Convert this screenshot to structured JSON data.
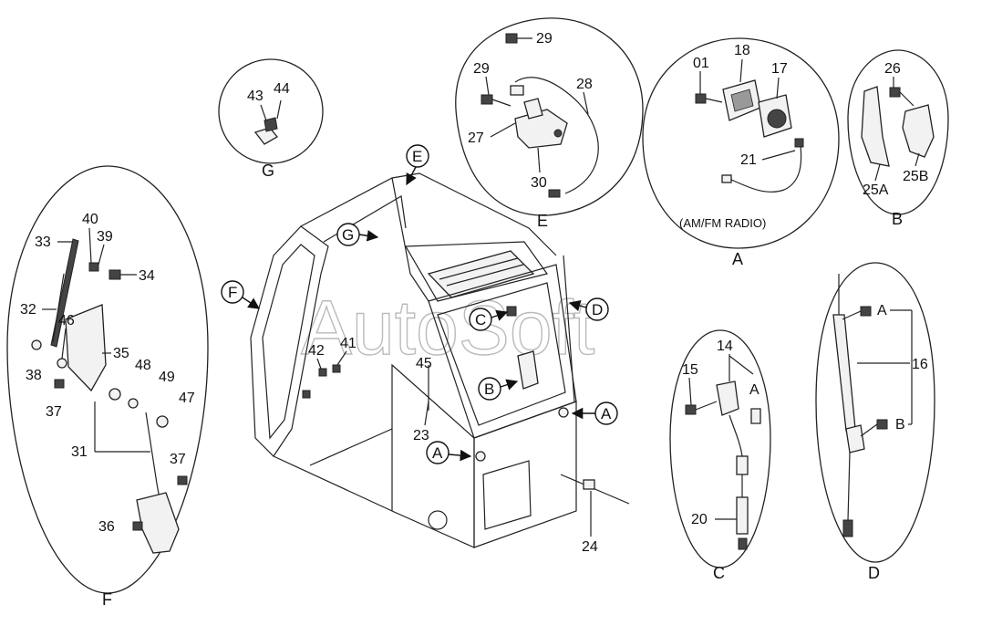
{
  "watermark": "AutoSoft",
  "groups": {
    "G": {
      "letter": "G",
      "parts": [
        "43",
        "44"
      ]
    },
    "E": {
      "letter": "E",
      "parts": [
        "29",
        "29",
        "28",
        "27",
        "30"
      ]
    },
    "A": {
      "letter": "A",
      "caption": "(AM/FM RADIO)",
      "parts": [
        "01",
        "18",
        "17",
        "21"
      ]
    },
    "B": {
      "letter": "B",
      "parts": [
        "26",
        "25A",
        "25B"
      ]
    },
    "F": {
      "letter": "F",
      "parts": [
        "40",
        "33",
        "39",
        "34",
        "32",
        "46",
        "35",
        "38",
        "48",
        "49",
        "47",
        "37",
        "31",
        "37",
        "36"
      ]
    },
    "C": {
      "letter": "C",
      "parts": [
        "14",
        "15",
        "A",
        "20"
      ]
    },
    "D": {
      "letter": "D",
      "parts": [
        "A",
        "16",
        "B"
      ]
    }
  },
  "cab": {
    "callouts": [
      "E",
      "G",
      "F",
      "C",
      "D",
      "B",
      "A",
      "A"
    ],
    "parts": [
      "42",
      "41",
      "45",
      "23",
      "24"
    ]
  }
}
